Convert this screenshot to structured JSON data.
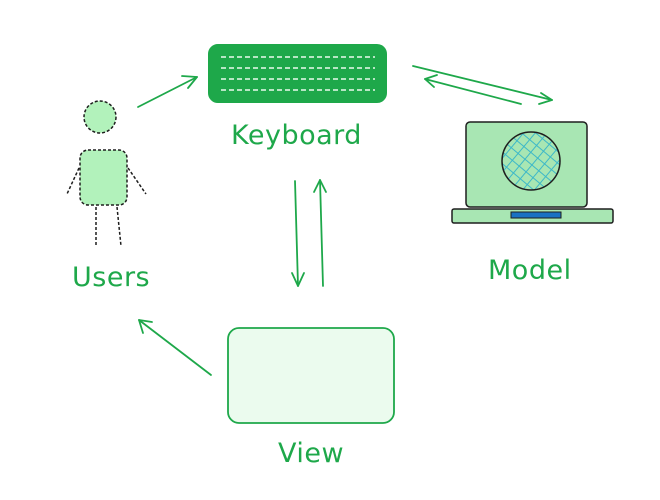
{
  "diagram": {
    "nodes": {
      "keyboard": {
        "label": "Keyboard",
        "icon": "keyboard-icon"
      },
      "users": {
        "label": "Users",
        "icon": "user-icon"
      },
      "model": {
        "label": "Model",
        "icon": "laptop-icon"
      },
      "view": {
        "label": "View",
        "icon": "screen-icon"
      }
    },
    "edges": [
      {
        "from": "Users",
        "to": "Keyboard"
      },
      {
        "from": "Keyboard",
        "to": "Model"
      },
      {
        "from": "Model",
        "to": "Keyboard"
      },
      {
        "from": "Keyboard",
        "to": "View"
      },
      {
        "from": "View",
        "to": "Keyboard"
      },
      {
        "from": "View",
        "to": "Users"
      }
    ]
  },
  "colors": {
    "accent": "#1ea84a",
    "fill": "#b2f2bb",
    "fill_light": "#ebfbee",
    "laptop_body": "#a8e6b3",
    "screen_hatch": "#3db8c8",
    "laptop_button": "#1971c2",
    "stroke_dark": "#1e1e1e"
  }
}
